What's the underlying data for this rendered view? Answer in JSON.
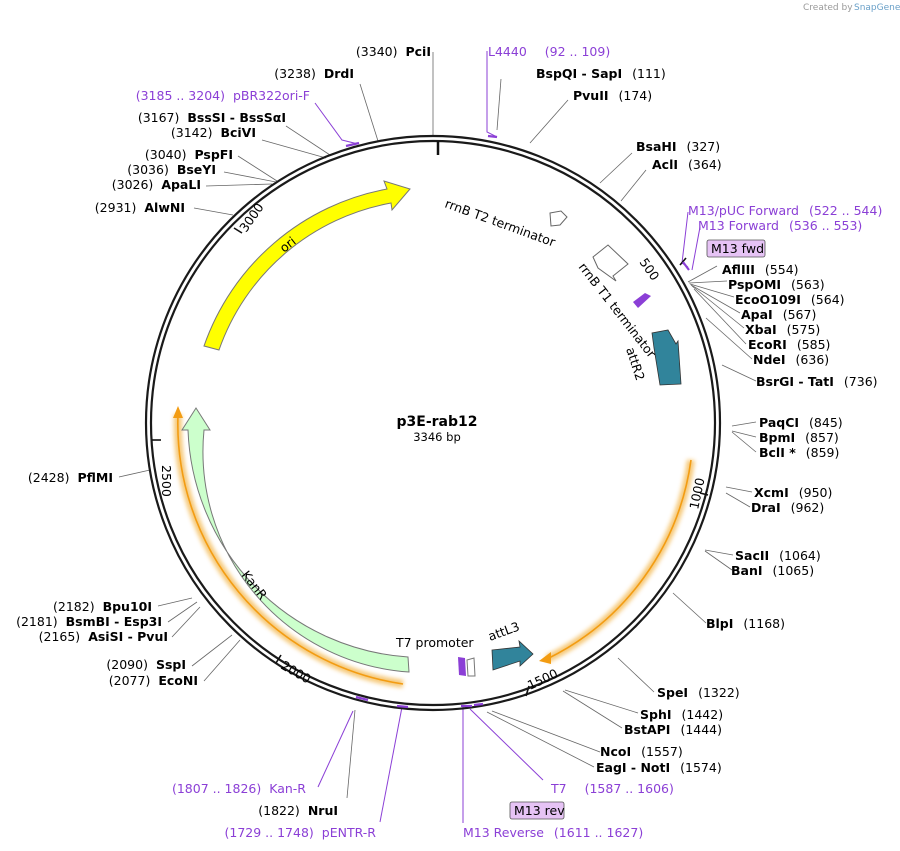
{
  "credit": {
    "created_by": "Created by",
    "brand": "SnapGene"
  },
  "plasmid": {
    "name": "p3E-rab12",
    "length": "3346 bp",
    "total_bp": 3346
  },
  "ticks": [
    "500",
    "1000",
    "1500",
    "2000",
    "2500",
    "3000"
  ],
  "features": {
    "ori": "ori",
    "kanr": "KanR",
    "rrnb_t2": "rrnB T2 terminator",
    "rrnb_t1": "rrnB T1 terminator",
    "attr2": "attR2",
    "attl3": "attL3",
    "t7_promoter": "T7 promoter",
    "m13_fwd_box": "M13 fwd",
    "m13_rev_box": "M13 rev"
  },
  "sites_right": [
    {
      "name": "PciI",
      "pos": "(3340)"
    },
    {
      "name": "DrdI",
      "pos": "(3238)"
    },
    {
      "name": "BssSI  - BssSαI",
      "pos": "(3167)"
    },
    {
      "name": "BciVI",
      "pos": "(3142)"
    },
    {
      "name": "PspFI",
      "pos": "(3040)"
    },
    {
      "name": "BseYI",
      "pos": "(3036)"
    },
    {
      "name": "ApaLI",
      "pos": "(3026)"
    },
    {
      "name": "AlwNI",
      "pos": "(2931)"
    },
    {
      "name": "PflMI",
      "pos": "(2428)"
    },
    {
      "name": "Bpu10I",
      "pos": "(2182)"
    },
    {
      "name": "BsmBI  - Esp3I",
      "pos": "(2181)"
    },
    {
      "name": "AsiSI  - PvuI",
      "pos": "(2165)"
    },
    {
      "name": "SspI",
      "pos": "(2090)"
    },
    {
      "name": "EcoNI",
      "pos": "(2077)"
    },
    {
      "name": "NruI",
      "pos": "(1822)"
    }
  ],
  "sites_left": [
    {
      "name": "BspQI  - SapI",
      "pos": "(111)"
    },
    {
      "name": "PvuII",
      "pos": "(174)"
    },
    {
      "name": "BsaHI",
      "pos": "(327)"
    },
    {
      "name": "AclI",
      "pos": "(364)"
    },
    {
      "name": "AflIII",
      "pos": "(554)"
    },
    {
      "name": "PspOMI",
      "pos": "(563)"
    },
    {
      "name": "EcoO109I",
      "pos": "(564)"
    },
    {
      "name": "ApaI",
      "pos": "(567)"
    },
    {
      "name": "XbaI",
      "pos": "(575)"
    },
    {
      "name": "EcoRI",
      "pos": "(585)"
    },
    {
      "name": "NdeI",
      "pos": "(636)"
    },
    {
      "name": "BsrGI  - TatI",
      "pos": "(736)"
    },
    {
      "name": "PaqCI",
      "pos": "(845)"
    },
    {
      "name": "BpmI",
      "pos": "(857)"
    },
    {
      "name": "BclI *",
      "pos": "(859)"
    },
    {
      "name": "XcmI",
      "pos": "(950)"
    },
    {
      "name": "DraI",
      "pos": "(962)"
    },
    {
      "name": "SacII",
      "pos": "(1064)"
    },
    {
      "name": "BanI",
      "pos": "(1065)"
    },
    {
      "name": "BlpI",
      "pos": "(1168)"
    },
    {
      "name": "SpeI",
      "pos": "(1322)"
    },
    {
      "name": "SphI",
      "pos": "(1442)"
    },
    {
      "name": "BstAPI",
      "pos": "(1444)"
    },
    {
      "name": "NcoI",
      "pos": "(1557)"
    },
    {
      "name": "EagI  - NotI",
      "pos": "(1574)"
    }
  ],
  "primers": [
    {
      "name": "L4440",
      "range": "(92 .. 109)"
    },
    {
      "name": "pBR322ori-F",
      "range": "(3185 .. 3204)"
    },
    {
      "name": "M13/pUC Forward",
      "range": "(522 .. 544)"
    },
    {
      "name": "M13 Forward",
      "range": "(536 .. 553)"
    },
    {
      "name": "T7",
      "range": "(1587 .. 1606)"
    },
    {
      "name": "M13 Reverse",
      "range": "(1611 .. 1627)"
    },
    {
      "name": "Kan-R",
      "range": "(1807 .. 1826)"
    },
    {
      "name": "pENTR-R",
      "range": "(1729 .. 1748)"
    }
  ],
  "colors": {
    "ori": "#ffff00",
    "kanr": "#ccffcc",
    "att": "#31849b",
    "primer": "#8b3fd6",
    "orf_glow": "#f5c36a",
    "orf_line": "#f39c12",
    "box_fill": "#e6c3f5"
  }
}
